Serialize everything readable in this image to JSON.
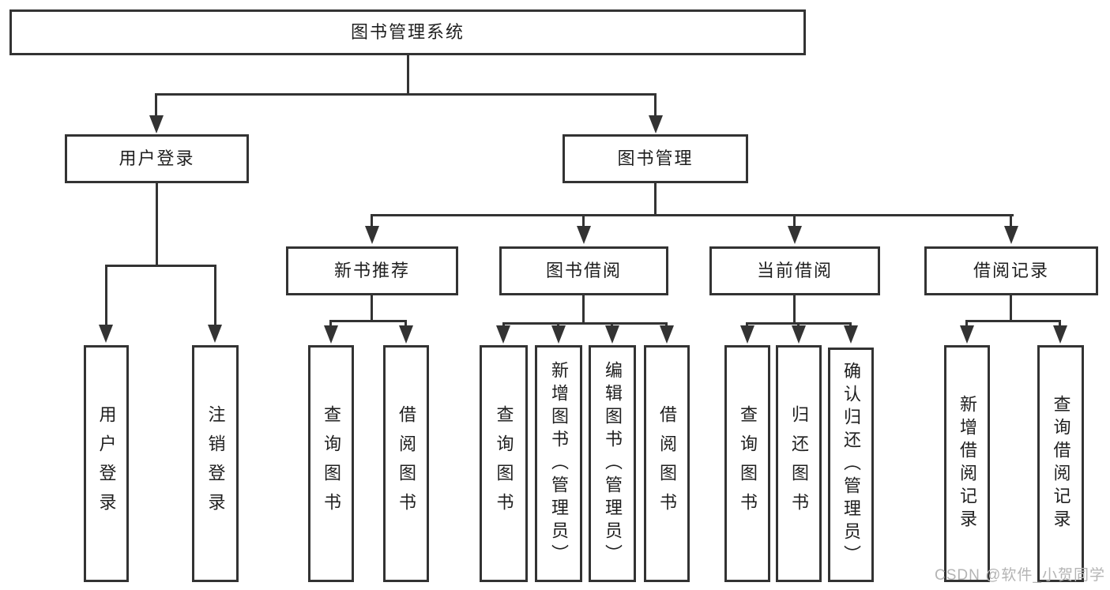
{
  "colors": {
    "line": "#333333",
    "text": "#1f1f1f",
    "watermark": "#b4b4b4",
    "background": "#ffffff"
  },
  "watermark": {
    "text": "CSDN @软件_小贺同学"
  },
  "tree": {
    "root": {
      "label": "图书管理系统"
    },
    "branches": [
      {
        "label": "用户登录",
        "children": [
          {
            "label": "用户登录"
          },
          {
            "label": "注销登录"
          }
        ]
      },
      {
        "label": "图书管理",
        "groups": [
          {
            "label": "新书推荐",
            "children": [
              {
                "label": "查询图书"
              },
              {
                "label": "借阅图书"
              }
            ]
          },
          {
            "label": "图书借阅",
            "children": [
              {
                "label": "查询图书"
              },
              {
                "label": "新增图书（管理员）"
              },
              {
                "label": "编辑图书（管理员）"
              },
              {
                "label": "借阅图书"
              }
            ]
          },
          {
            "label": "当前借阅",
            "children": [
              {
                "label": "查询图书"
              },
              {
                "label": "归还图书"
              },
              {
                "label": "确认归还（管理员）"
              }
            ]
          },
          {
            "label": "借阅记录",
            "children": [
              {
                "label": "新增借阅记录"
              },
              {
                "label": "查询借阅记录"
              }
            ]
          }
        ]
      }
    ]
  }
}
